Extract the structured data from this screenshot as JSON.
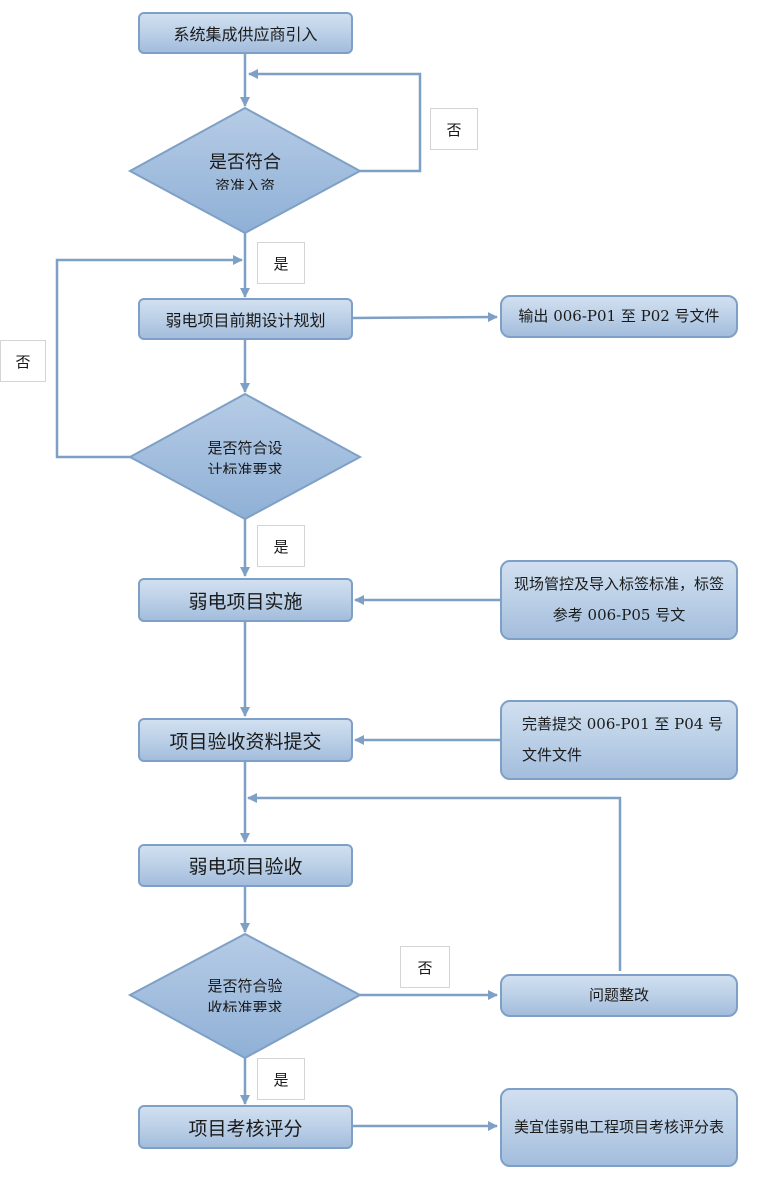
{
  "flow": {
    "step1": "系统集成供应商引入",
    "decision1": {
      "line1": "是否符合",
      "line2": "资准入资"
    },
    "step2": "弱电项目前期设计规划",
    "output2": "输出 006-P01 至 P02 号文件",
    "decision2": {
      "line1": "是否符合设",
      "line2": "计标准要求"
    },
    "step3": "弱电项目实施",
    "note3": "现场管控及导入标签标准，标签参考 006-P05 号文",
    "step4": "项目验收资料提交",
    "note4": "完善提交 006-P01 至 P04 号文件文件",
    "step5": "弱电项目验收",
    "decision3": {
      "line1": "是否符合验",
      "line2": "收标准要求"
    },
    "rework": "问题整改",
    "step6": "项目考核评分",
    "output6": "美宜佳弱电工程项目考核评分表"
  },
  "labels": {
    "no": "否",
    "yes": "是"
  },
  "colors": {
    "fill": "#a3bddc",
    "border": "#7fa0c6",
    "connector": "#7fa0c6"
  }
}
